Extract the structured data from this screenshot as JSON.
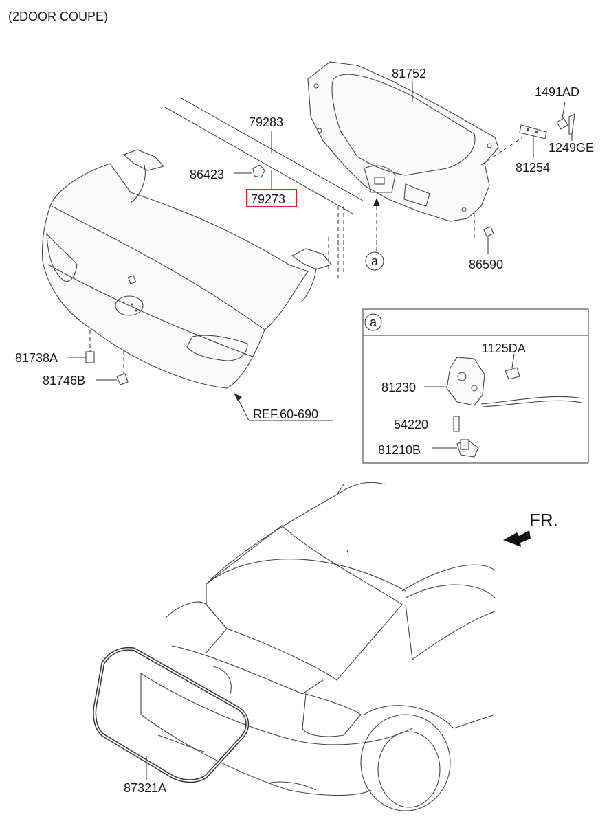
{
  "header": {
    "variant": "(2DOOR COUPE)"
  },
  "labels": {
    "p81752": "81752",
    "p1491AD": "1491AD",
    "p1249GE": "1249GE",
    "p81254": "81254",
    "p79283": "79283",
    "p86423": "86423",
    "p79273": "79273",
    "p86590": "86590",
    "p81738A": "81738A",
    "p81746B": "81746B",
    "ref": "REF.60-690",
    "p1125DA": "1125DA",
    "p81230": "81230",
    "p54220": "54220",
    "p81210B": "81210B",
    "p87321A": "87321A"
  },
  "callout": {
    "marker": "a",
    "detail_marker": "a"
  },
  "direction": {
    "label": "FR."
  },
  "highlight": {
    "part": "79273",
    "color": "#e01b24"
  }
}
